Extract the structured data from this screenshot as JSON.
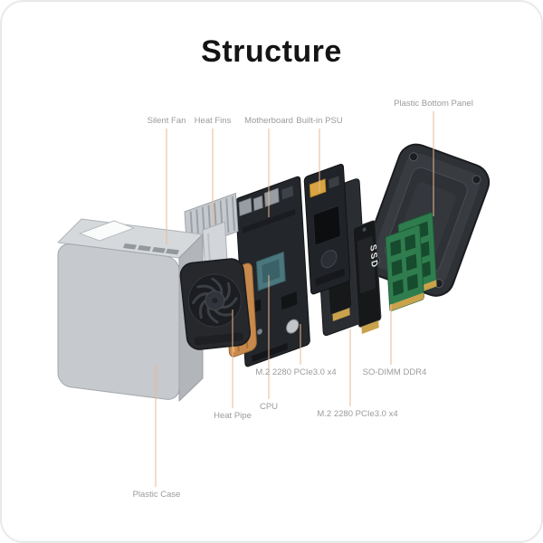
{
  "title": "Structure",
  "labels": {
    "silent_fan": "Silent Fan",
    "heat_fins": "Heat Fins",
    "motherboard": "Motherboard",
    "built_in_psu": "Built-in PSU",
    "plastic_bottom_panel": "Plastic Bottom Panel",
    "m2_ssd_upper": "M.2 2280 PCIe3.0 x4",
    "so_dimm_ddr4": "SO-DIMM DDR4",
    "heat_pipe": "Heat Pipe",
    "cpu": "CPU",
    "m2_ssd_lower": "M.2 2280 PCIe3.0 x4",
    "plastic_case": "Plastic Case"
  },
  "parts": {
    "ssd_print": "SSD"
  },
  "colors": {
    "title_text": "#141414",
    "label_text": "#9b9b9b",
    "leader_line": "#eab894",
    "copper": "#c8894c",
    "pcb_dark": "#23262a",
    "pcb_green": "#2f7d4f",
    "gold_contact": "#c9a24b",
    "case_silver": "#c6c9cd",
    "panel_dark": "#2e3135",
    "background": "#ffffff"
  }
}
